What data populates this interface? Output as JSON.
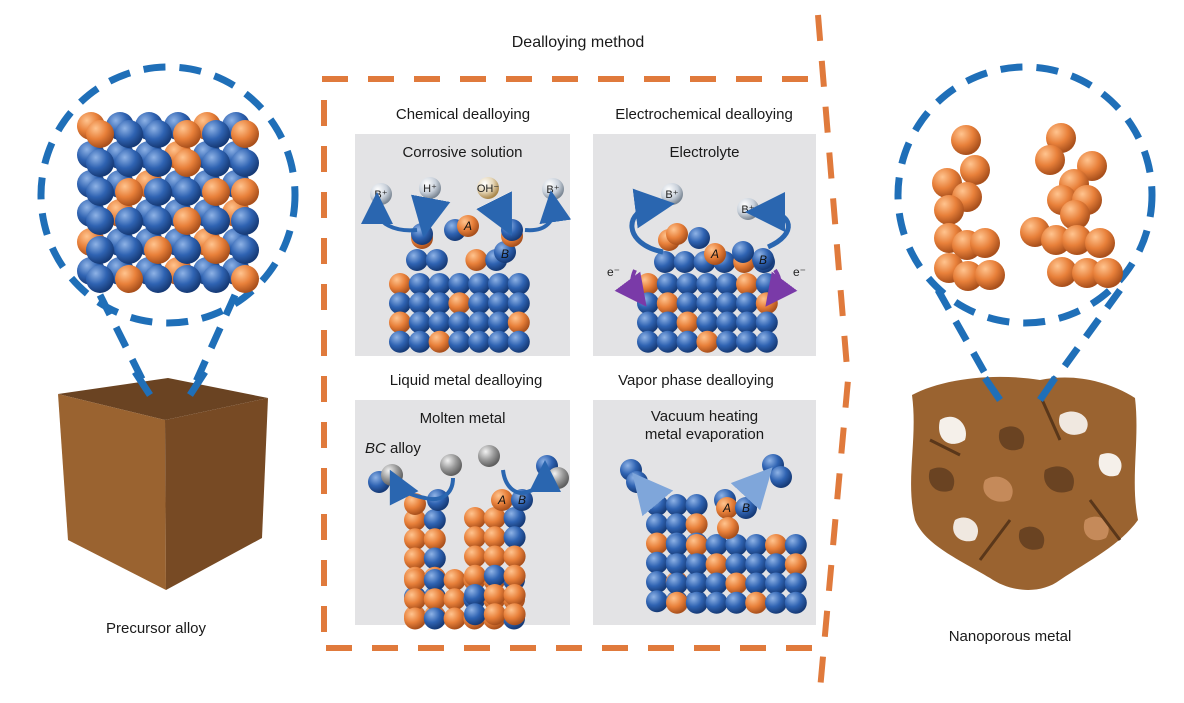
{
  "title": "Dealloying method",
  "colors": {
    "atom_A": "#e8803a",
    "atom_B": "#2f63b2",
    "atom_C": "#9a9a9a",
    "ion": "#b9c2cc",
    "arrow": "#2a66b0",
    "electron_arrow": "#7a3aa8",
    "frame_dash": "#e07a3c",
    "zoom_dash": "#1f6fb8",
    "bulk_metal": "#9a6330",
    "panel_bg": "#e3e3e5"
  },
  "left": {
    "label": "Precursor alloy",
    "lattice_pattern": [
      [
        "A",
        "B",
        "B",
        "A",
        "B",
        "A"
      ],
      [
        "B",
        "B",
        "B",
        "A",
        "B",
        "B"
      ],
      [
        "B",
        "A",
        "B",
        "B",
        "A",
        "A"
      ],
      [
        "B",
        "B",
        "B",
        "A",
        "B",
        "B"
      ],
      [
        "B",
        "B",
        "A",
        "B",
        "A",
        "B"
      ],
      [
        "B",
        "A",
        "B",
        "B",
        "B",
        "A"
      ]
    ]
  },
  "right": {
    "label": "Nanoporous metal"
  },
  "methods": [
    {
      "title": "Chemical dealloying",
      "medium": "Corrosive solution",
      "ions": [
        "B⁺",
        "H⁺",
        "OH⁻",
        "B⁺"
      ],
      "site_labels": [
        "A",
        "B"
      ]
    },
    {
      "title": "Electrochemical dealloying",
      "medium": "Electrolyte",
      "ions": [
        "B⁺",
        "B⁺"
      ],
      "electrons": [
        "e⁻",
        "e⁻"
      ],
      "site_labels": [
        "A",
        "B"
      ]
    },
    {
      "title": "Liquid metal dealloying",
      "medium": "Molten metal",
      "annotation_italic": "BC",
      "annotation_rest": " alloy",
      "site_labels": [
        "A",
        "B"
      ]
    },
    {
      "title": "Vapor phase dealloying",
      "medium_line1": "Vacuum heating",
      "medium_line2": "metal evaporation",
      "site_labels": [
        "A",
        "B"
      ]
    }
  ]
}
